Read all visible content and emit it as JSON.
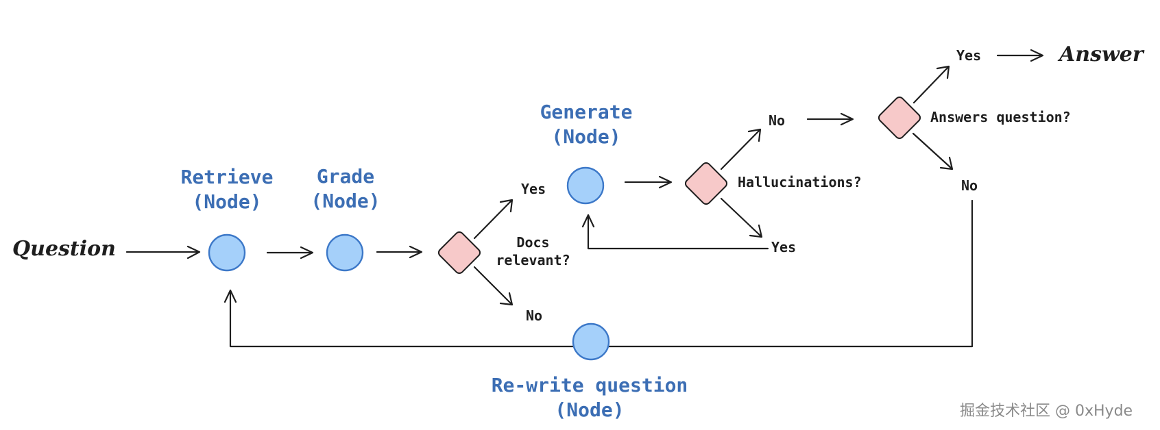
{
  "terminals": {
    "question": "Question",
    "answer": "Answer"
  },
  "nodes": {
    "retrieve": {
      "name": "Retrieve",
      "kind": "(Node)"
    },
    "grade": {
      "name": "Grade",
      "kind": "(Node)"
    },
    "generate": {
      "name": "Generate",
      "kind": "(Node)"
    },
    "rewrite": {
      "name": "Re-write question",
      "kind": "(Node)"
    }
  },
  "decisions": {
    "docs_relevant": {
      "line1": "Docs",
      "line2": "relevant?"
    },
    "hallucinations": "Hallucinations?",
    "answers_question": "Answers question?"
  },
  "edge_labels": {
    "docs_yes": "Yes",
    "docs_no": "No",
    "halluc_no": "No",
    "halluc_yes": "Yes",
    "answers_yes": "Yes",
    "answers_no": "No"
  },
  "watermark": "掘金技术社区 @ 0xHyde",
  "colors": {
    "node_fill": "#a5d0fa",
    "node_stroke": "#3c78c8",
    "decision_fill": "#f7c9c9",
    "decision_stroke": "#1e1e1e",
    "node_title": "#3c6eb4",
    "line": "#1e1e1e"
  }
}
